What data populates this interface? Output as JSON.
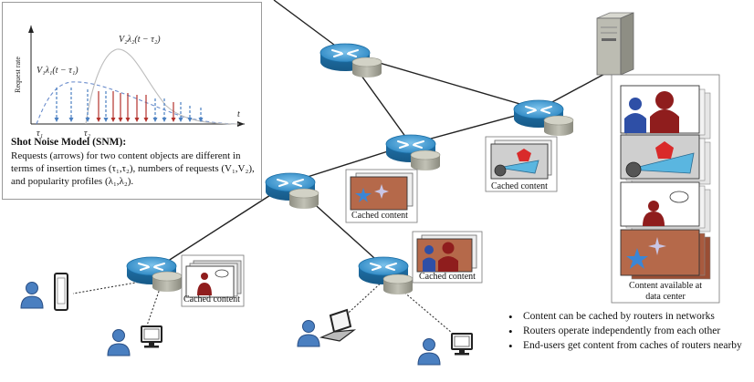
{
  "snm": {
    "y_axis_label": "Request rate",
    "x_axis_label": "t",
    "tau1": "τ₁",
    "tau2": "τ₂",
    "curve1_label": "V₁λ₁(t − τ₁)",
    "curve2_label": "V₂λ₂(t − τ₂)",
    "title": "Shot Noise Model (SNM):",
    "description_lines": [
      "Requests (arrows) for two content objects are different in",
      "terms of insertion times (τ₁,τ₂), numbers of requests (V₁,V₂),",
      "and popularity profiles (λ₁,λ₂)."
    ]
  },
  "captions": {
    "cache_a": "Cached content",
    "cache_b": "Cached content",
    "cache_c": "Cached content",
    "cache_d": "Cached content",
    "datacenter_line1": "Content available at",
    "datacenter_line2": "data center"
  },
  "bullets": [
    "Content can be cached by routers in networks",
    "Routers operate independently from each other",
    "End-users get content from caches of routers nearby"
  ],
  "colors": {
    "router_blue": "#2f8fc8",
    "cache_gray": "#a8a89a",
    "arrow_blue": "#4a7fc1",
    "arrow_red": "#b3312b",
    "user_blue": "#3c6fb0"
  }
}
